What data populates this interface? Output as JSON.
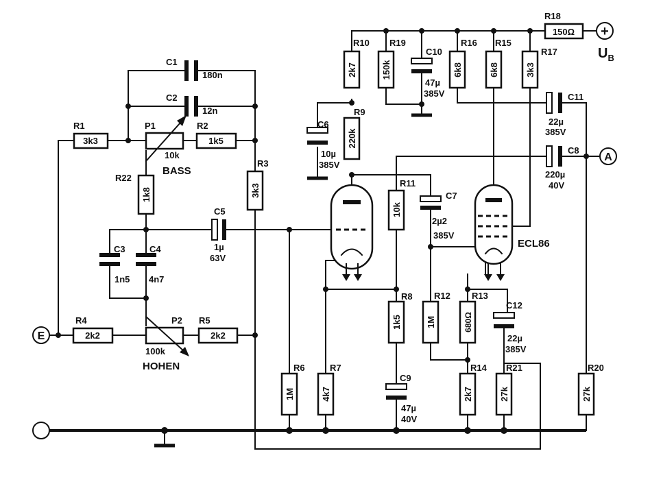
{
  "components": {
    "R1": {
      "ref": "R1",
      "value": "3k3"
    },
    "R2": {
      "ref": "R2",
      "value": "1k5"
    },
    "R3": {
      "ref": "R3",
      "value": "3k3"
    },
    "R4": {
      "ref": "R4",
      "value": "2k2"
    },
    "R5": {
      "ref": "R5",
      "value": "2k2"
    },
    "R6": {
      "ref": "R6",
      "value": "1M"
    },
    "R7": {
      "ref": "R7",
      "value": "4k7"
    },
    "R8": {
      "ref": "R8",
      "value": "1k5"
    },
    "R9": {
      "ref": "R9",
      "value": "220k"
    },
    "R10": {
      "ref": "R10",
      "value": "2k7"
    },
    "R11": {
      "ref": "R11",
      "value": "10k"
    },
    "R12": {
      "ref": "R12",
      "value": "1M"
    },
    "R13": {
      "ref": "R13",
      "value": "680Ω"
    },
    "R14": {
      "ref": "R14",
      "value": "2k7"
    },
    "R15": {
      "ref": "R15",
      "value": "6k8"
    },
    "R16": {
      "ref": "R16",
      "value": "6k8"
    },
    "R17": {
      "ref": "R17",
      "value": "3k3"
    },
    "R18": {
      "ref": "R18",
      "value": "150Ω"
    },
    "R19": {
      "ref": "R19",
      "value": "150k"
    },
    "R20": {
      "ref": "R20",
      "value": "27k"
    },
    "R21": {
      "ref": "R21",
      "value": "27k"
    },
    "R22": {
      "ref": "R22",
      "value": "1k8"
    },
    "P1": {
      "ref": "P1",
      "value": "10k",
      "label": "BASS"
    },
    "P2": {
      "ref": "P2",
      "value": "100k",
      "label": "HOHEN"
    },
    "C1": {
      "ref": "C1",
      "value": "180n"
    },
    "C2": {
      "ref": "C2",
      "value": "12n"
    },
    "C3": {
      "ref": "C3",
      "value": "1n5"
    },
    "C4": {
      "ref": "C4",
      "value": "4n7"
    },
    "C5": {
      "ref": "C5",
      "value": "1µ",
      "voltage": "63V"
    },
    "C6": {
      "ref": "C6",
      "value": "10µ",
      "voltage": "385V"
    },
    "C7": {
      "ref": "C7",
      "value": "2µ2",
      "voltage": "385V"
    },
    "C8": {
      "ref": "C8",
      "value": "220µ",
      "voltage": "40V"
    },
    "C9": {
      "ref": "C9",
      "value": "47µ",
      "voltage": "40V"
    },
    "C10": {
      "ref": "C10",
      "value": "47µ",
      "voltage": "385V"
    },
    "C11": {
      "ref": "C11",
      "value": "22µ",
      "voltage": "385V"
    },
    "C12": {
      "ref": "C12",
      "value": "22µ",
      "voltage": "385V"
    }
  },
  "tube_label": "ECL86",
  "terminals": {
    "input": "E",
    "output": "A",
    "supply_plus": "+",
    "supply_label": "U",
    "supply_sub": "B"
  }
}
